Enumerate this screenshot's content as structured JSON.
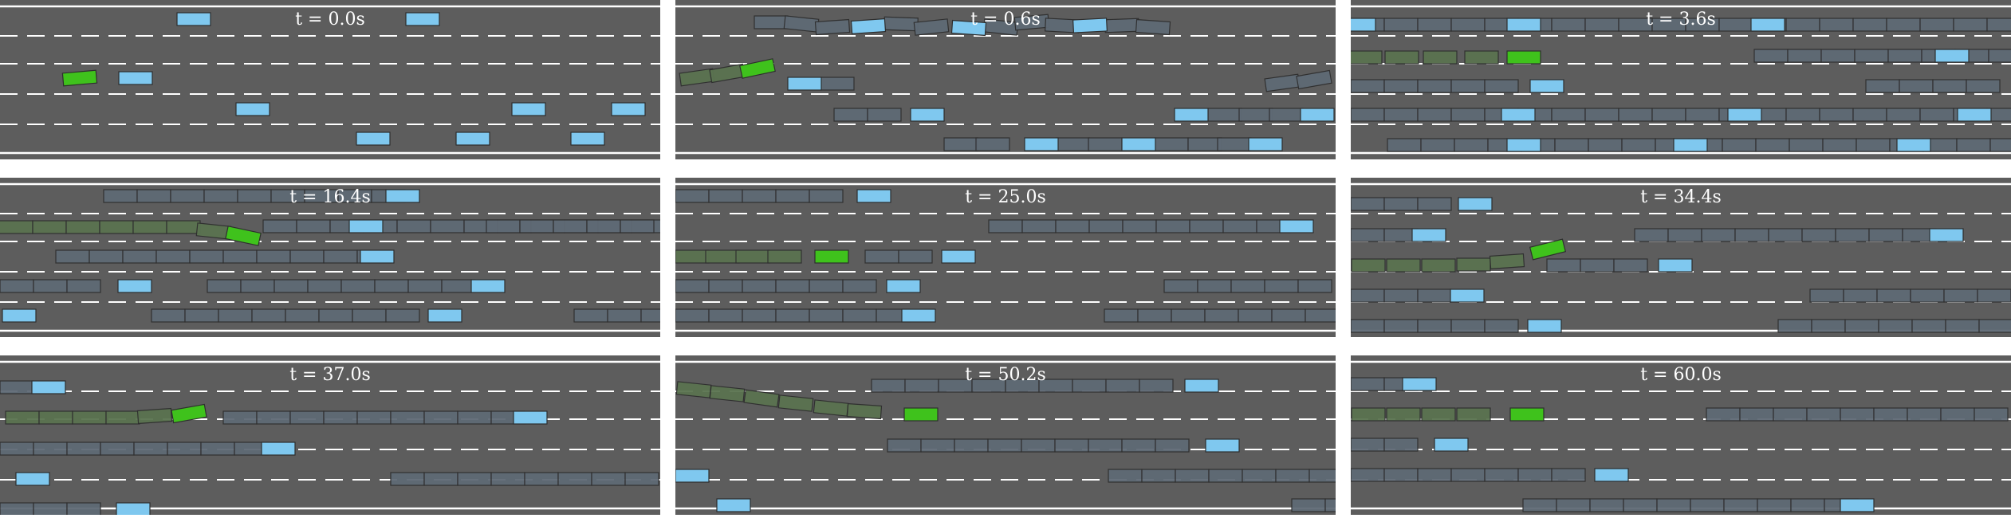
{
  "panels": [
    {
      "label": "t = 0.0s"
    },
    {
      "label": "t = 0.6s"
    },
    {
      "label": "t = 3.6s"
    },
    {
      "label": "t = 16.4s"
    },
    {
      "label": "t = 25.0s"
    },
    {
      "label": "t = 34.4s"
    },
    {
      "label": "t = 37.0s"
    },
    {
      "label": "t = 50.2s"
    },
    {
      "label": "t = 60.0s"
    }
  ],
  "colors": {
    "road": "#5d5d5d",
    "lane_marking": "#ffffff",
    "ego_vehicle": "#3fc21c",
    "ego_trail": "#5a7350",
    "other_vehicle": "#7fc8ef",
    "other_trail": "#5f6a75",
    "outline": "#2e2e2e"
  },
  "icons": [
    "ego-vehicle-icon",
    "vehicle-icon"
  ]
}
